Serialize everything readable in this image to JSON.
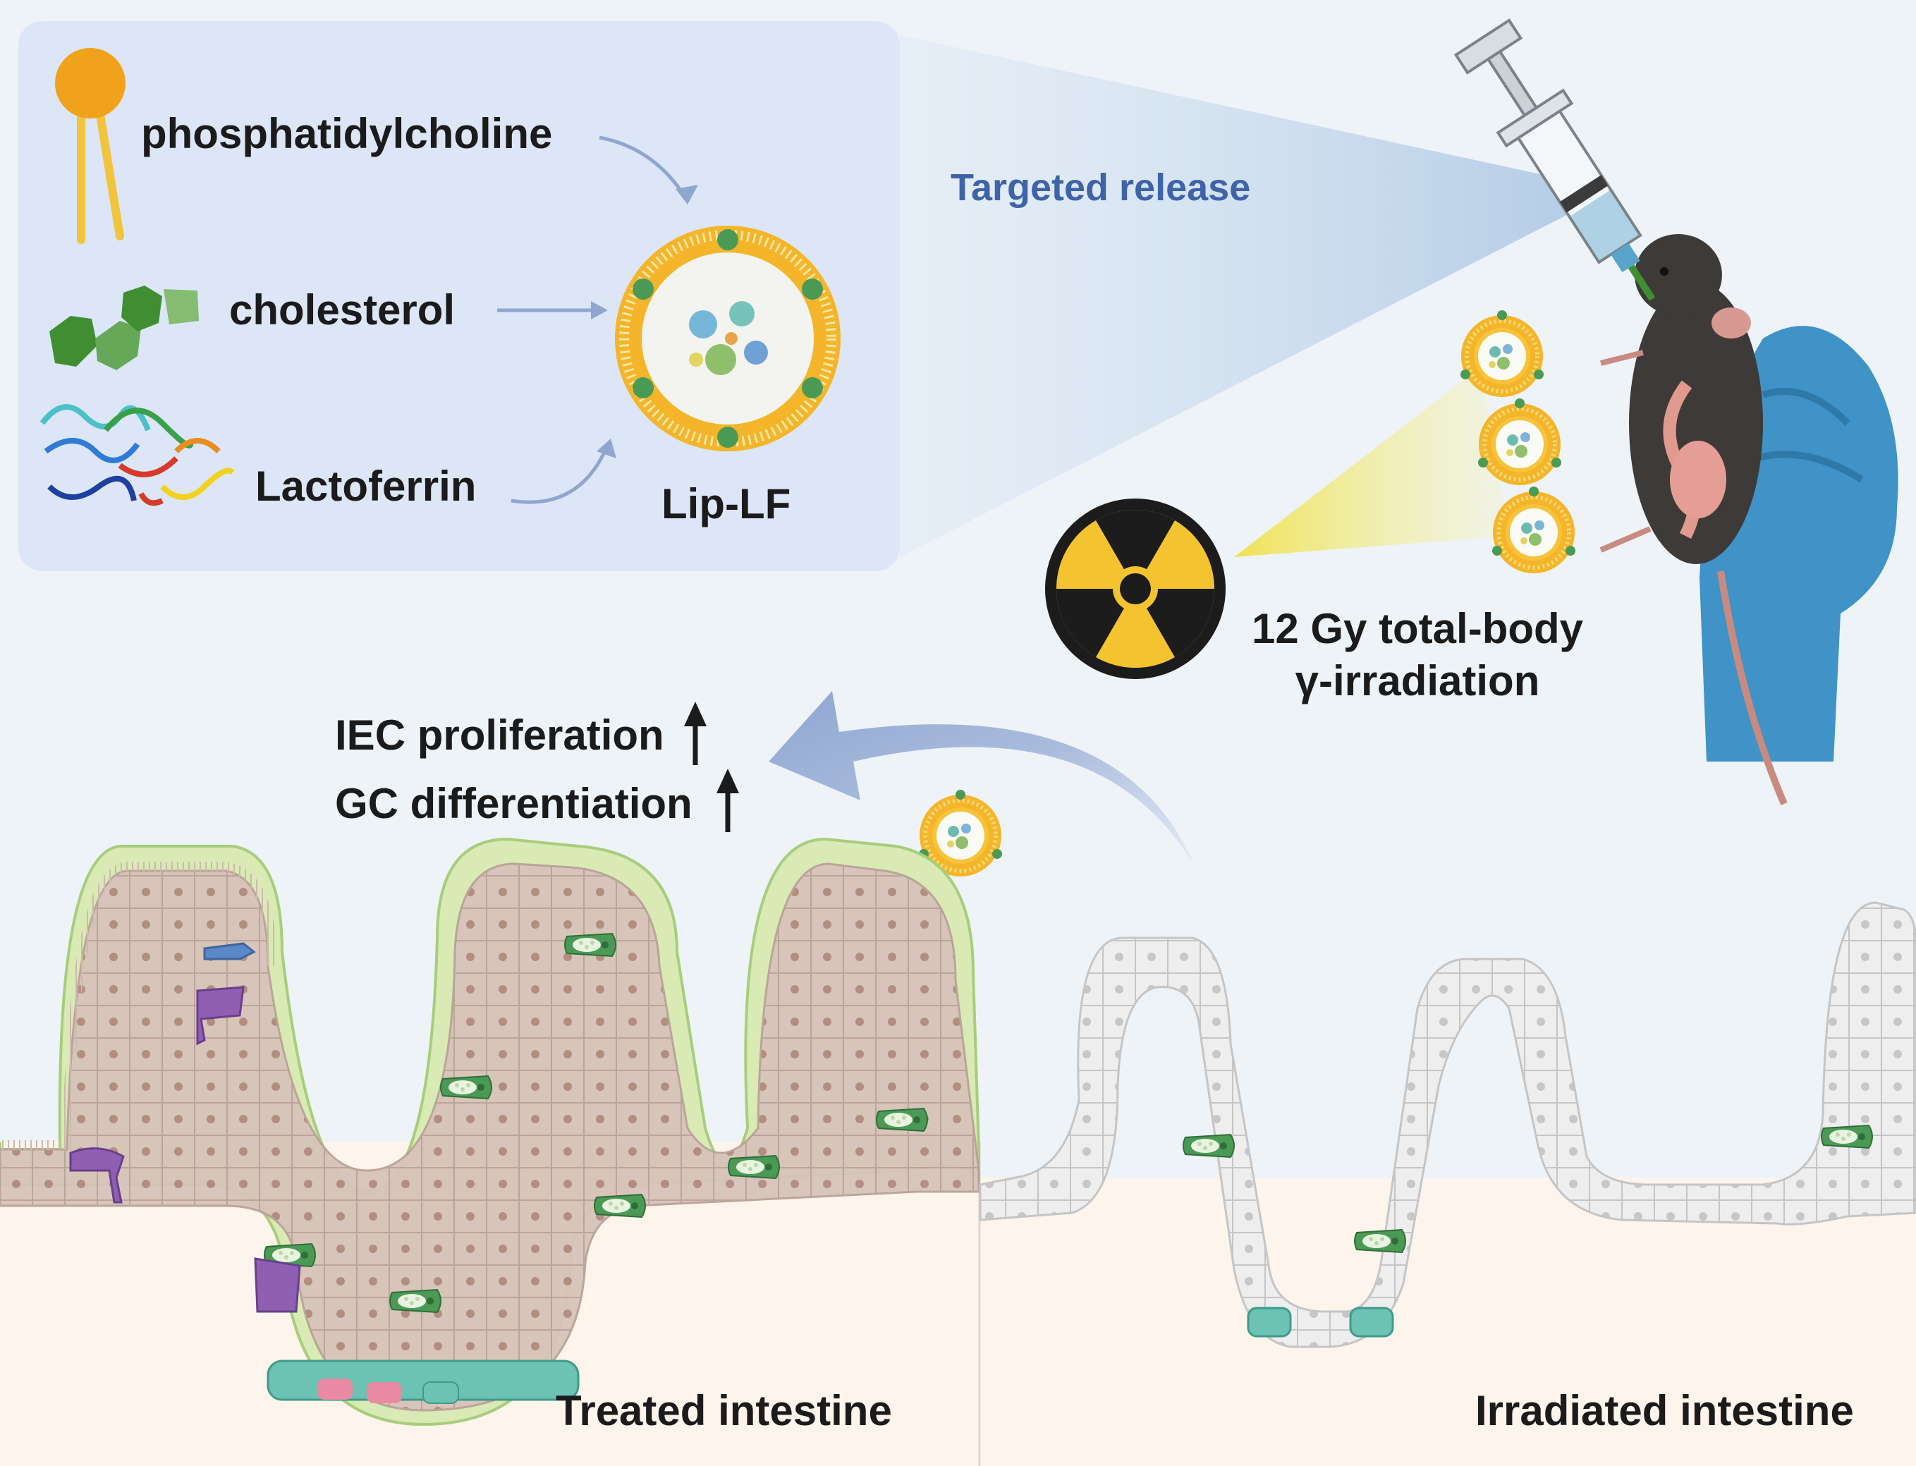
{
  "components": {
    "phospholipid": "phosphatidylcholine",
    "sterol": "cholesterol",
    "protein": "Lactoferrin"
  },
  "product": "Lip-LF",
  "delivery_label": "Targeted release",
  "irradiation": {
    "line1": "12 Gy total-body",
    "line2": "γ-irradiation"
  },
  "effects": {
    "effect1": "IEC proliferation",
    "effect2": "GC differentiation"
  },
  "panels": {
    "treated": "Treated intestine",
    "irradiated": "Irradiated intestine"
  },
  "colors": {
    "lipid_head": "#f0a21a",
    "lipid_tail": "#f1c43c",
    "cholesterol": "#4f9a3f",
    "label_blue": "#3e63a8",
    "radiation_yellow": "#f4c430",
    "glove_blue": "#3f93c7",
    "goblet_cell": "#4a9a55",
    "tuft_cell": "#8f5fb3",
    "stem_cell": "#6cc2b3",
    "paneth_cell": "#e98aa3",
    "villus_core_treated": "#d9eab4",
    "irradiated_epithelium": "#ececec"
  },
  "icons": [
    "syringe-icon",
    "mouse-icon",
    "glove-icon",
    "radiation-icon",
    "liposome-icon",
    "protein-icon",
    "up-arrow-icon"
  ]
}
